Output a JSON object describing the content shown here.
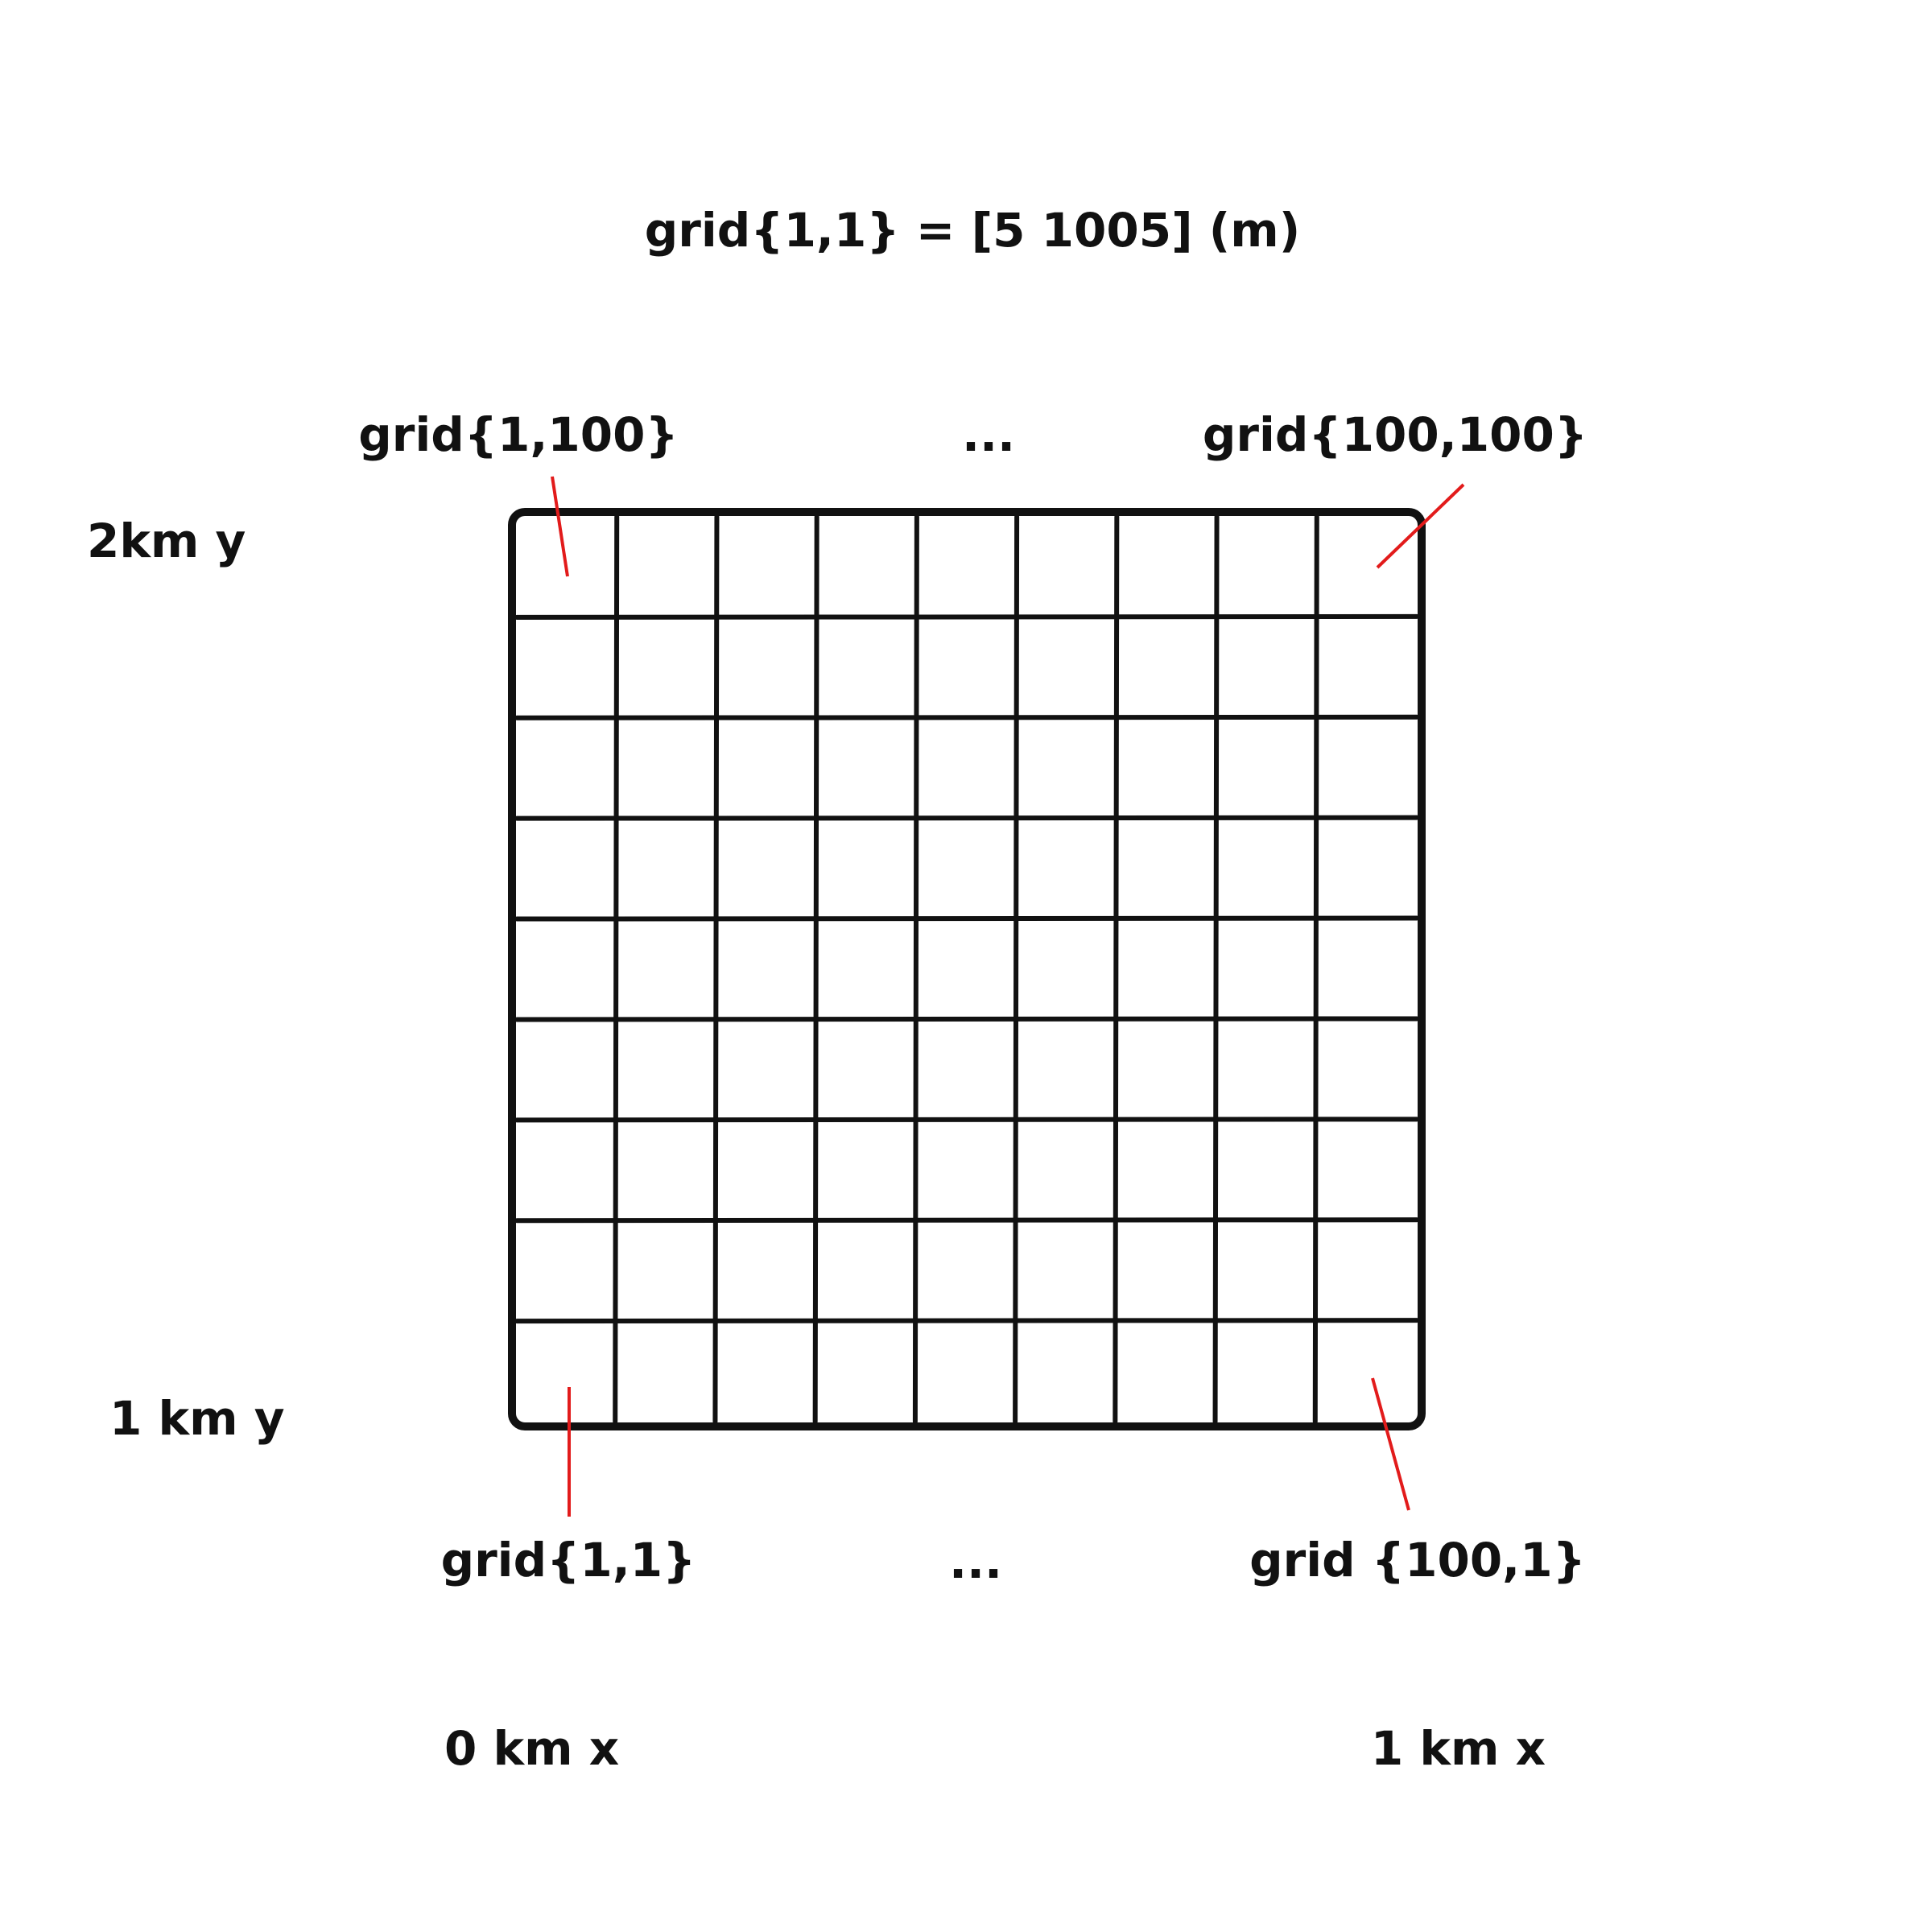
{
  "header": {
    "equation": "grid{1,1} = [5 1005] (m)"
  },
  "labels": {
    "top_left_cell": "grid{1,100}",
    "top_ellipsis": "...",
    "top_right_cell": "grid{100,100}",
    "bottom_left_cell": "grid{1,1}",
    "bottom_ellipsis": "...",
    "bottom_right_cell": "grid {100,1}"
  },
  "axes": {
    "y_top": "2km y",
    "y_bottom": "1 km y",
    "x_left": "0 km x",
    "x_right": "1 km x"
  },
  "mesh": {
    "columns": 9,
    "rows": 9,
    "line_color": "#111111",
    "pointer_color": "#e21b1b"
  }
}
